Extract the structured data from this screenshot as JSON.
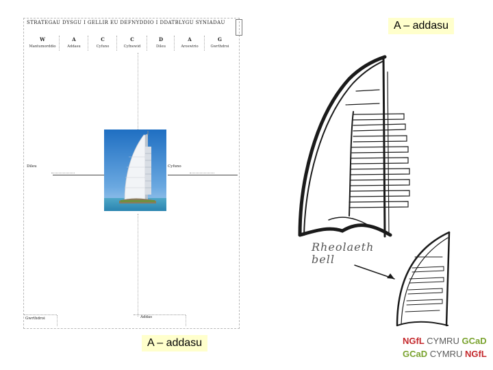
{
  "worksheet": {
    "title": "STRATEGAU DYSGU I GELLIR EU DEFNYDDIO I DDATBLYGU SYNIADAU",
    "columns": [
      {
        "letter": "W",
        "word": "Mantumorddio"
      },
      {
        "letter": "A",
        "word": "Addasu"
      },
      {
        "letter": "C",
        "word": "Cyfuno"
      },
      {
        "letter": "C",
        "word": "Cyfnewid"
      },
      {
        "letter": "D",
        "word": "Dileu"
      },
      {
        "letter": "A",
        "word": "Aroswirio"
      },
      {
        "letter": "G",
        "word": "Gwrthdroi"
      }
    ],
    "left_label": "Dileu",
    "right_label": "Cyfuno",
    "bottom_left_label": "Gwrthdroi",
    "bottom_mid_label": "Addas"
  },
  "captions": {
    "top": "A – addasu",
    "bottom": "A – addasu"
  },
  "sketch_note": {
    "line1": "Rheolaeth",
    "line2": "bell"
  },
  "logo": {
    "row1": {
      "a": "NGfL",
      "b": "CYMRU",
      "c": "GCaD"
    },
    "row2": {
      "a": "GCaD",
      "b": "CYMRU",
      "c": "NGfL"
    }
  }
}
